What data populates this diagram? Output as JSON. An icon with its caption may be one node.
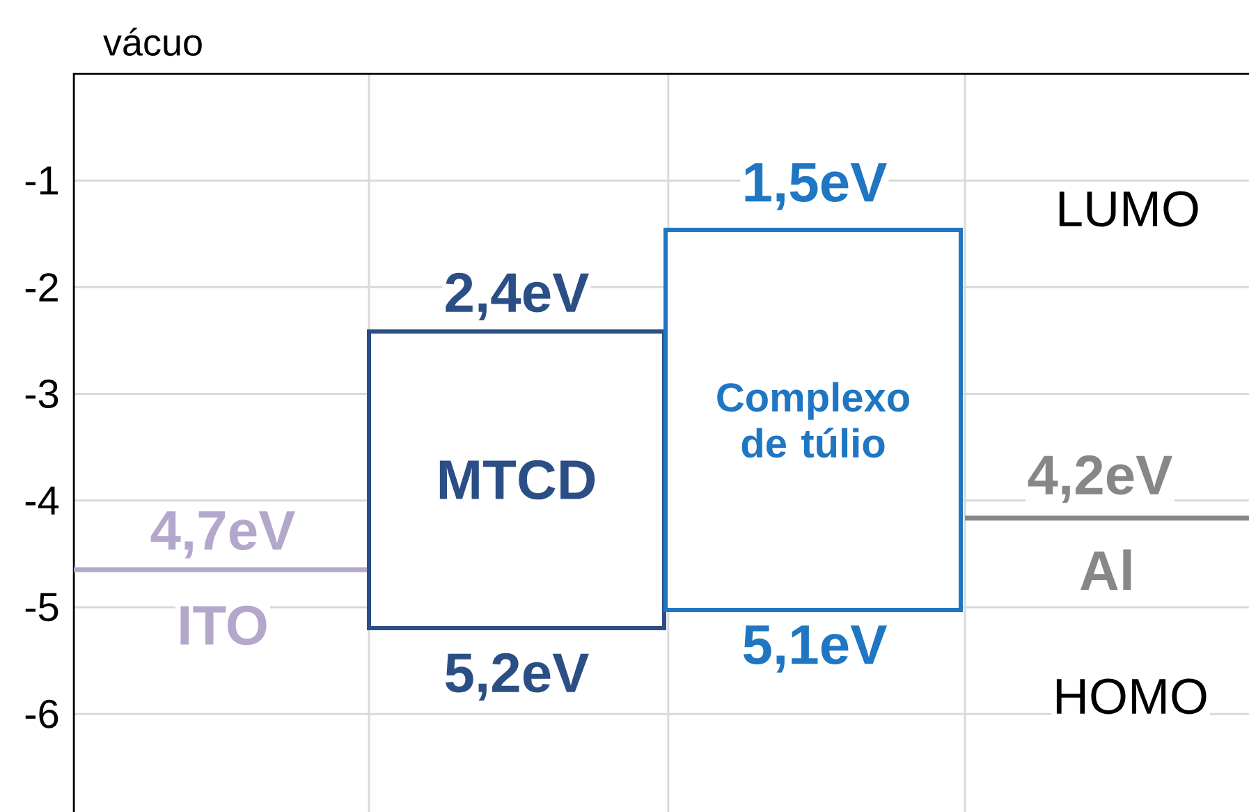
{
  "diagram": {
    "nodes": [
      {
        "text": [
          "ITO"
        ],
        "beside": [
          "4,7eV"
        ]
      },
      {
        "text": [
          "MTCD"
        ],
        "beside": [
          "2,4eV",
          "5,2eV"
        ]
      },
      {
        "text": [
          "Complexo de túlio"
        ],
        "beside": [
          "1,5eV",
          "5,1eV"
        ]
      },
      {
        "text": [
          "Al"
        ],
        "beside": [
          "4,2eV"
        ]
      }
    ],
    "labels": [
      "vácuo",
      "-1",
      "-2",
      "-3",
      "-4",
      "-5",
      "-6",
      "LUMO",
      "HOMO"
    ]
  }
}
